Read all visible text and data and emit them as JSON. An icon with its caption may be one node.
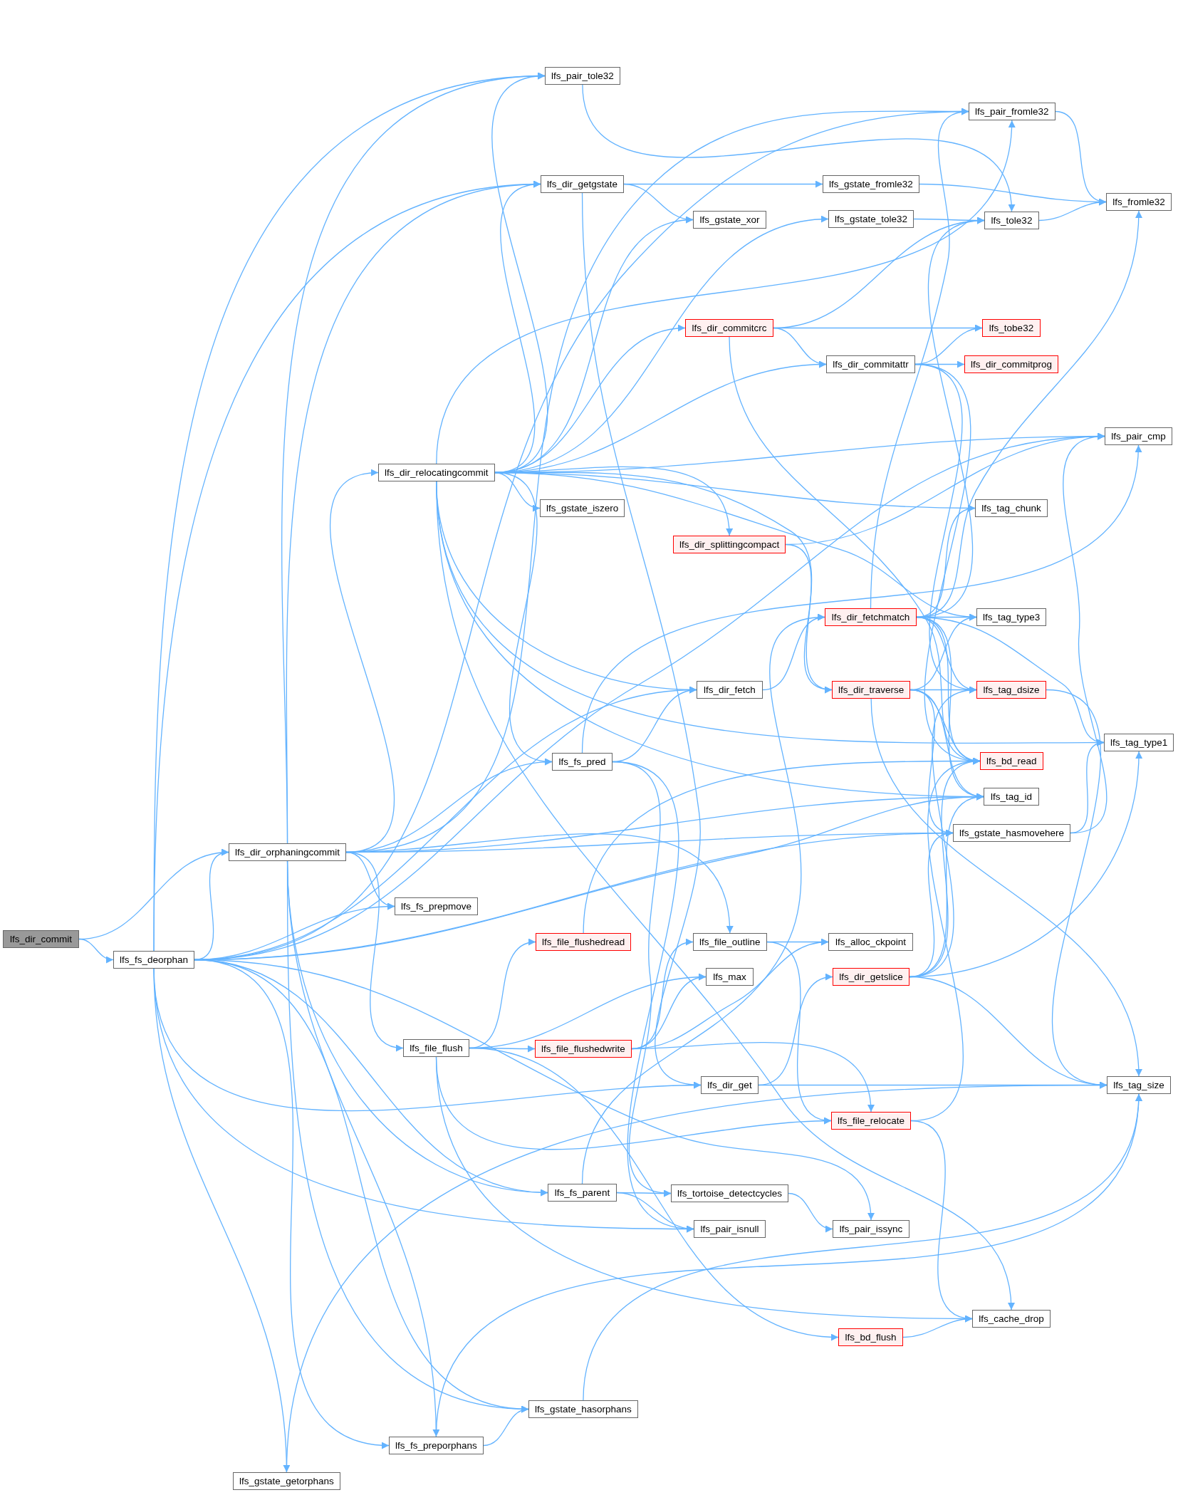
{
  "diagram": {
    "nodes": [
      {
        "text": [
          "lfs_dir_commit"
        ]
      },
      {
        "text": [
          "lfs_fs_deorphan"
        ]
      },
      {
        "text": [
          "lfs_dir_orphaningcommit"
        ]
      },
      {
        "text": [
          "lfs_dir_relocatingcommit"
        ]
      },
      {
        "text": [
          "lfs_pair_tole32"
        ]
      },
      {
        "text": [
          "lfs_pair_fromle32"
        ]
      },
      {
        "text": [
          "lfs_dir_getgstate"
        ]
      },
      {
        "text": [
          "lfs_gstate_fromle32"
        ]
      },
      {
        "text": [
          "lfs_gstate_xor"
        ]
      },
      {
        "text": [
          "lfs_gstate_tole32"
        ]
      },
      {
        "text": [
          "lfs_fromle32"
        ]
      },
      {
        "text": [
          "lfs_tole32"
        ]
      },
      {
        "text": [
          "lfs_dir_commitcrc"
        ]
      },
      {
        "text": [
          "lfs_tobe32"
        ]
      },
      {
        "text": [
          "lfs_dir_commitattr"
        ]
      },
      {
        "text": [
          "lfs_dir_commitprog"
        ]
      },
      {
        "text": [
          "lfs_pair_cmp"
        ]
      },
      {
        "text": [
          "lfs_gstate_iszero"
        ]
      },
      {
        "text": [
          "lfs_tag_chunk"
        ]
      },
      {
        "text": [
          "lfs_dir_splittingcompact"
        ]
      },
      {
        "text": [
          "lfs_dir_fetchmatch"
        ]
      },
      {
        "text": [
          "lfs_tag_type3"
        ]
      },
      {
        "text": [
          "lfs_dir_fetch"
        ]
      },
      {
        "text": [
          "lfs_dir_traverse"
        ]
      },
      {
        "text": [
          "lfs_tag_dsize"
        ]
      },
      {
        "text": [
          "lfs_tag_type1"
        ]
      },
      {
        "text": [
          "lfs_fs_pred"
        ]
      },
      {
        "text": [
          "lfs_bd_read"
        ]
      },
      {
        "text": [
          "lfs_tag_id"
        ]
      },
      {
        "text": [
          "lfs_gstate_hasmovehere"
        ]
      },
      {
        "text": [
          "lfs_fs_prepmove"
        ]
      },
      {
        "text": [
          "lfs_file_flushedread"
        ]
      },
      {
        "text": [
          "lfs_file_outline"
        ]
      },
      {
        "text": [
          "lfs_alloc_ckpoint"
        ]
      },
      {
        "text": [
          "lfs_max"
        ]
      },
      {
        "text": [
          "lfs_dir_getslice"
        ]
      },
      {
        "text": [
          "lfs_file_flush"
        ]
      },
      {
        "text": [
          "lfs_file_flushedwrite"
        ]
      },
      {
        "text": [
          "lfs_dir_get"
        ]
      },
      {
        "text": [
          "lfs_tag_size"
        ]
      },
      {
        "text": [
          "lfs_file_relocate"
        ]
      },
      {
        "text": [
          "lfs_fs_parent"
        ]
      },
      {
        "text": [
          "lfs_tortoise_detectcycles"
        ]
      },
      {
        "text": [
          "lfs_pair_isnull"
        ]
      },
      {
        "text": [
          "lfs_pair_issync"
        ]
      },
      {
        "text": [
          "lfs_cache_drop"
        ]
      },
      {
        "text": [
          "lfs_bd_flush"
        ]
      },
      {
        "text": [
          "lfs_gstate_hasorphans"
        ]
      },
      {
        "text": [
          "lfs_fs_preporphans"
        ]
      },
      {
        "text": [
          "lfs_gstate_getorphans"
        ]
      }
    ],
    "edges": [
      {
        "from": 0,
        "to": 2,
        "arrow": "to"
      },
      {
        "from": 0,
        "to": 1,
        "arrow": "to"
      },
      {
        "from": 1,
        "to": 4,
        "arrow": "to"
      },
      {
        "from": 1,
        "to": 5,
        "arrow": "to"
      },
      {
        "from": 1,
        "to": 6,
        "arrow": "to"
      },
      {
        "from": 1,
        "to": 16,
        "arrow": "to"
      },
      {
        "from": 1,
        "to": 2,
        "arrow": "to"
      },
      {
        "from": 1,
        "to": 22,
        "arrow": "to"
      },
      {
        "from": 1,
        "to": 30,
        "arrow": "to"
      },
      {
        "from": 1,
        "to": 28,
        "arrow": "to"
      },
      {
        "from": 1,
        "to": 29,
        "arrow": "to"
      },
      {
        "from": 1,
        "to": 38,
        "arrow": "to"
      },
      {
        "from": 1,
        "to": 41,
        "arrow": "to"
      },
      {
        "from": 1,
        "to": 43,
        "arrow": "to"
      },
      {
        "from": 1,
        "to": 44,
        "arrow": "to"
      },
      {
        "from": 1,
        "to": 47,
        "arrow": "to"
      },
      {
        "from": 1,
        "to": 48,
        "arrow": "to"
      },
      {
        "from": 1,
        "to": 49,
        "arrow": "to"
      },
      {
        "from": 2,
        "to": 4,
        "arrow": "to"
      },
      {
        "from": 2,
        "to": 5,
        "arrow": "to"
      },
      {
        "from": 2,
        "to": 6,
        "arrow": "to"
      },
      {
        "from": 2,
        "to": 3,
        "arrow": "to"
      },
      {
        "from": 2,
        "to": 26,
        "arrow": "to"
      },
      {
        "from": 2,
        "to": 28,
        "arrow": "to"
      },
      {
        "from": 2,
        "to": 29,
        "arrow": "to"
      },
      {
        "from": 2,
        "to": 30,
        "arrow": "to"
      },
      {
        "from": 2,
        "to": 32,
        "arrow": "to"
      },
      {
        "from": 2,
        "to": 36,
        "arrow": "to"
      },
      {
        "from": 2,
        "to": 41,
        "arrow": "to"
      },
      {
        "from": 2,
        "to": 47,
        "arrow": "to"
      },
      {
        "from": 2,
        "to": 48,
        "arrow": "to"
      },
      {
        "from": 3,
        "to": 4,
        "arrow": "to"
      },
      {
        "from": 3,
        "to": 5,
        "arrow": "to"
      },
      {
        "from": 3,
        "to": 6,
        "arrow": "to"
      },
      {
        "from": 3,
        "to": 8,
        "arrow": "to"
      },
      {
        "from": 3,
        "to": 9,
        "arrow": "to"
      },
      {
        "from": 3,
        "to": 12,
        "arrow": "to"
      },
      {
        "from": 3,
        "to": 14,
        "arrow": "to"
      },
      {
        "from": 3,
        "to": 16,
        "arrow": "to"
      },
      {
        "from": 3,
        "to": 18,
        "arrow": "to"
      },
      {
        "from": 3,
        "to": 17,
        "arrow": "to"
      },
      {
        "from": 3,
        "to": 21,
        "arrow": "to"
      },
      {
        "from": 3,
        "to": 19,
        "arrow": "to"
      },
      {
        "from": 3,
        "to": 25,
        "arrow": "to"
      },
      {
        "from": 3,
        "to": 23,
        "arrow": "to"
      },
      {
        "from": 3,
        "to": 28,
        "arrow": "to"
      },
      {
        "from": 3,
        "to": 22,
        "arrow": "to"
      },
      {
        "from": 3,
        "to": 26,
        "arrow": "to"
      },
      {
        "from": 3,
        "to": 45,
        "arrow": "to"
      },
      {
        "from": 4,
        "to": 11,
        "arrow": "to"
      },
      {
        "from": 5,
        "to": 10,
        "arrow": "to"
      },
      {
        "from": 6,
        "to": 7,
        "arrow": "to"
      },
      {
        "from": 6,
        "to": 8,
        "arrow": "to"
      },
      {
        "from": 6,
        "to": 38,
        "arrow": "to"
      },
      {
        "from": 7,
        "to": 10,
        "arrow": "to"
      },
      {
        "from": 9,
        "to": 11,
        "arrow": "to"
      },
      {
        "from": 11,
        "to": 10,
        "arrow": "to"
      },
      {
        "from": 12,
        "to": 11,
        "arrow": "to"
      },
      {
        "from": 12,
        "to": 13,
        "arrow": "to"
      },
      {
        "from": 12,
        "to": 14,
        "arrow": "to"
      },
      {
        "from": 12,
        "to": 27,
        "arrow": "to"
      },
      {
        "from": 14,
        "to": 13,
        "arrow": "to"
      },
      {
        "from": 14,
        "to": 15,
        "arrow": "to"
      },
      {
        "from": 14,
        "to": 24,
        "arrow": "to"
      },
      {
        "from": 14,
        "to": 27,
        "arrow": "to"
      },
      {
        "from": 19,
        "to": 16,
        "arrow": "to"
      },
      {
        "from": 19,
        "to": 23,
        "arrow": "to"
      },
      {
        "from": 20,
        "to": 5,
        "arrow": "to"
      },
      {
        "from": 20,
        "to": 11,
        "arrow": "to"
      },
      {
        "from": 20,
        "to": 18,
        "arrow": "to"
      },
      {
        "from": 20,
        "to": 21,
        "arrow": "to"
      },
      {
        "from": 20,
        "to": 24,
        "arrow": "to"
      },
      {
        "from": 20,
        "to": 27,
        "arrow": "to"
      },
      {
        "from": 20,
        "to": 28,
        "arrow": "to"
      },
      {
        "from": 20,
        "to": 25,
        "arrow": "to"
      },
      {
        "from": 20,
        "to": 10,
        "arrow": "to"
      },
      {
        "from": 22,
        "to": 20,
        "arrow": "to"
      },
      {
        "from": 23,
        "to": 21,
        "arrow": "to"
      },
      {
        "from": 23,
        "to": 24,
        "arrow": "to"
      },
      {
        "from": 23,
        "to": 27,
        "arrow": "to"
      },
      {
        "from": 23,
        "to": 28,
        "arrow": "to"
      },
      {
        "from": 23,
        "to": 39,
        "arrow": "to"
      },
      {
        "from": 23,
        "to": 29,
        "arrow": "to"
      },
      {
        "from": 24,
        "to": 39,
        "arrow": "to"
      },
      {
        "from": 26,
        "to": 22,
        "arrow": "to"
      },
      {
        "from": 26,
        "to": 16,
        "arrow": "to"
      },
      {
        "from": 26,
        "to": 43,
        "arrow": "to"
      },
      {
        "from": 26,
        "to": 42,
        "arrow": "to"
      },
      {
        "from": 29,
        "to": 25,
        "arrow": "to"
      },
      {
        "from": 29,
        "to": 16,
        "arrow": "to"
      },
      {
        "from": 31,
        "to": 27,
        "arrow": "to"
      },
      {
        "from": 32,
        "to": 33,
        "arrow": "to"
      },
      {
        "from": 32,
        "to": 40,
        "arrow": "to"
      },
      {
        "from": 35,
        "to": 24,
        "arrow": "to"
      },
      {
        "from": 35,
        "to": 27,
        "arrow": "to"
      },
      {
        "from": 35,
        "to": 28,
        "arrow": "to"
      },
      {
        "from": 35,
        "to": 29,
        "arrow": "to"
      },
      {
        "from": 35,
        "to": 25,
        "arrow": "to"
      },
      {
        "from": 35,
        "to": 39,
        "arrow": "to"
      },
      {
        "from": 36,
        "to": 31,
        "arrow": "to"
      },
      {
        "from": 36,
        "to": 34,
        "arrow": "to"
      },
      {
        "from": 36,
        "to": 37,
        "arrow": "to"
      },
      {
        "from": 36,
        "to": 40,
        "arrow": "to"
      },
      {
        "from": 36,
        "to": 46,
        "arrow": "to"
      },
      {
        "from": 36,
        "to": 45,
        "arrow": "to"
      },
      {
        "from": 37,
        "to": 32,
        "arrow": "to"
      },
      {
        "from": 37,
        "to": 34,
        "arrow": "to"
      },
      {
        "from": 37,
        "to": 33,
        "arrow": "to"
      },
      {
        "from": 37,
        "to": 40,
        "arrow": "to"
      },
      {
        "from": 38,
        "to": 35,
        "arrow": "to"
      },
      {
        "from": 38,
        "to": 39,
        "arrow": "to"
      },
      {
        "from": 40,
        "to": 27,
        "arrow": "to"
      },
      {
        "from": 40,
        "to": 45,
        "arrow": "to"
      },
      {
        "from": 41,
        "to": 20,
        "arrow": "to"
      },
      {
        "from": 41,
        "to": 42,
        "arrow": "to"
      },
      {
        "from": 41,
        "to": 43,
        "arrow": "to"
      },
      {
        "from": 42,
        "to": 44,
        "arrow": "to"
      },
      {
        "from": 46,
        "to": 45,
        "arrow": "to"
      },
      {
        "from": 47,
        "to": 39,
        "arrow": "to"
      },
      {
        "from": 48,
        "to": 47,
        "arrow": "to"
      },
      {
        "from": 48,
        "to": 39,
        "arrow": "to"
      },
      {
        "from": 49,
        "to": 39,
        "arrow": "to"
      }
    ]
  }
}
